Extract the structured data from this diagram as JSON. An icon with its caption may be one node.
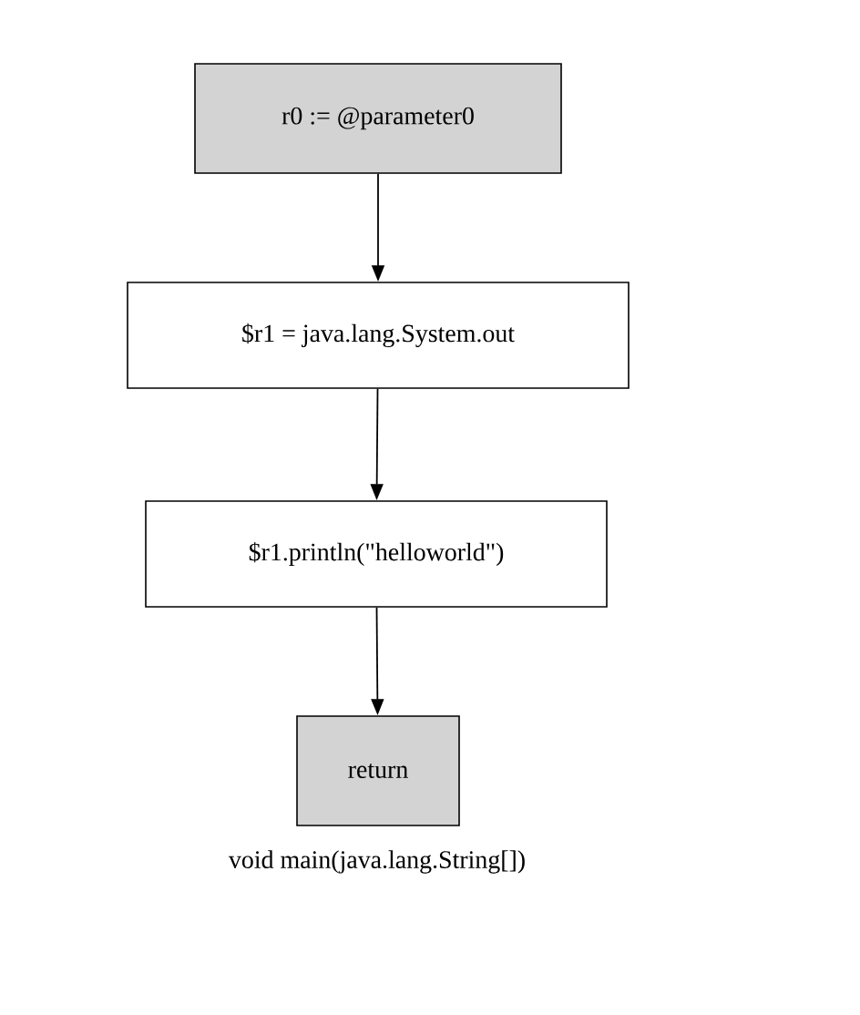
{
  "diagram": {
    "caption": "void main(java.lang.String[])",
    "nodes": [
      {
        "text": [
          "r0 := @parameter0"
        ]
      },
      {
        "text": [
          "$r1 = java.lang.System.out"
        ]
      },
      {
        "text": [
          "$r1.println(\"helloworld\")"
        ]
      },
      {
        "text": [
          "return"
        ]
      }
    ],
    "edges": [
      {
        "from": 0,
        "to": 1,
        "arrow": "to"
      },
      {
        "from": 1,
        "to": 2,
        "arrow": "to"
      },
      {
        "from": 2,
        "to": 3,
        "arrow": "to"
      }
    ]
  }
}
